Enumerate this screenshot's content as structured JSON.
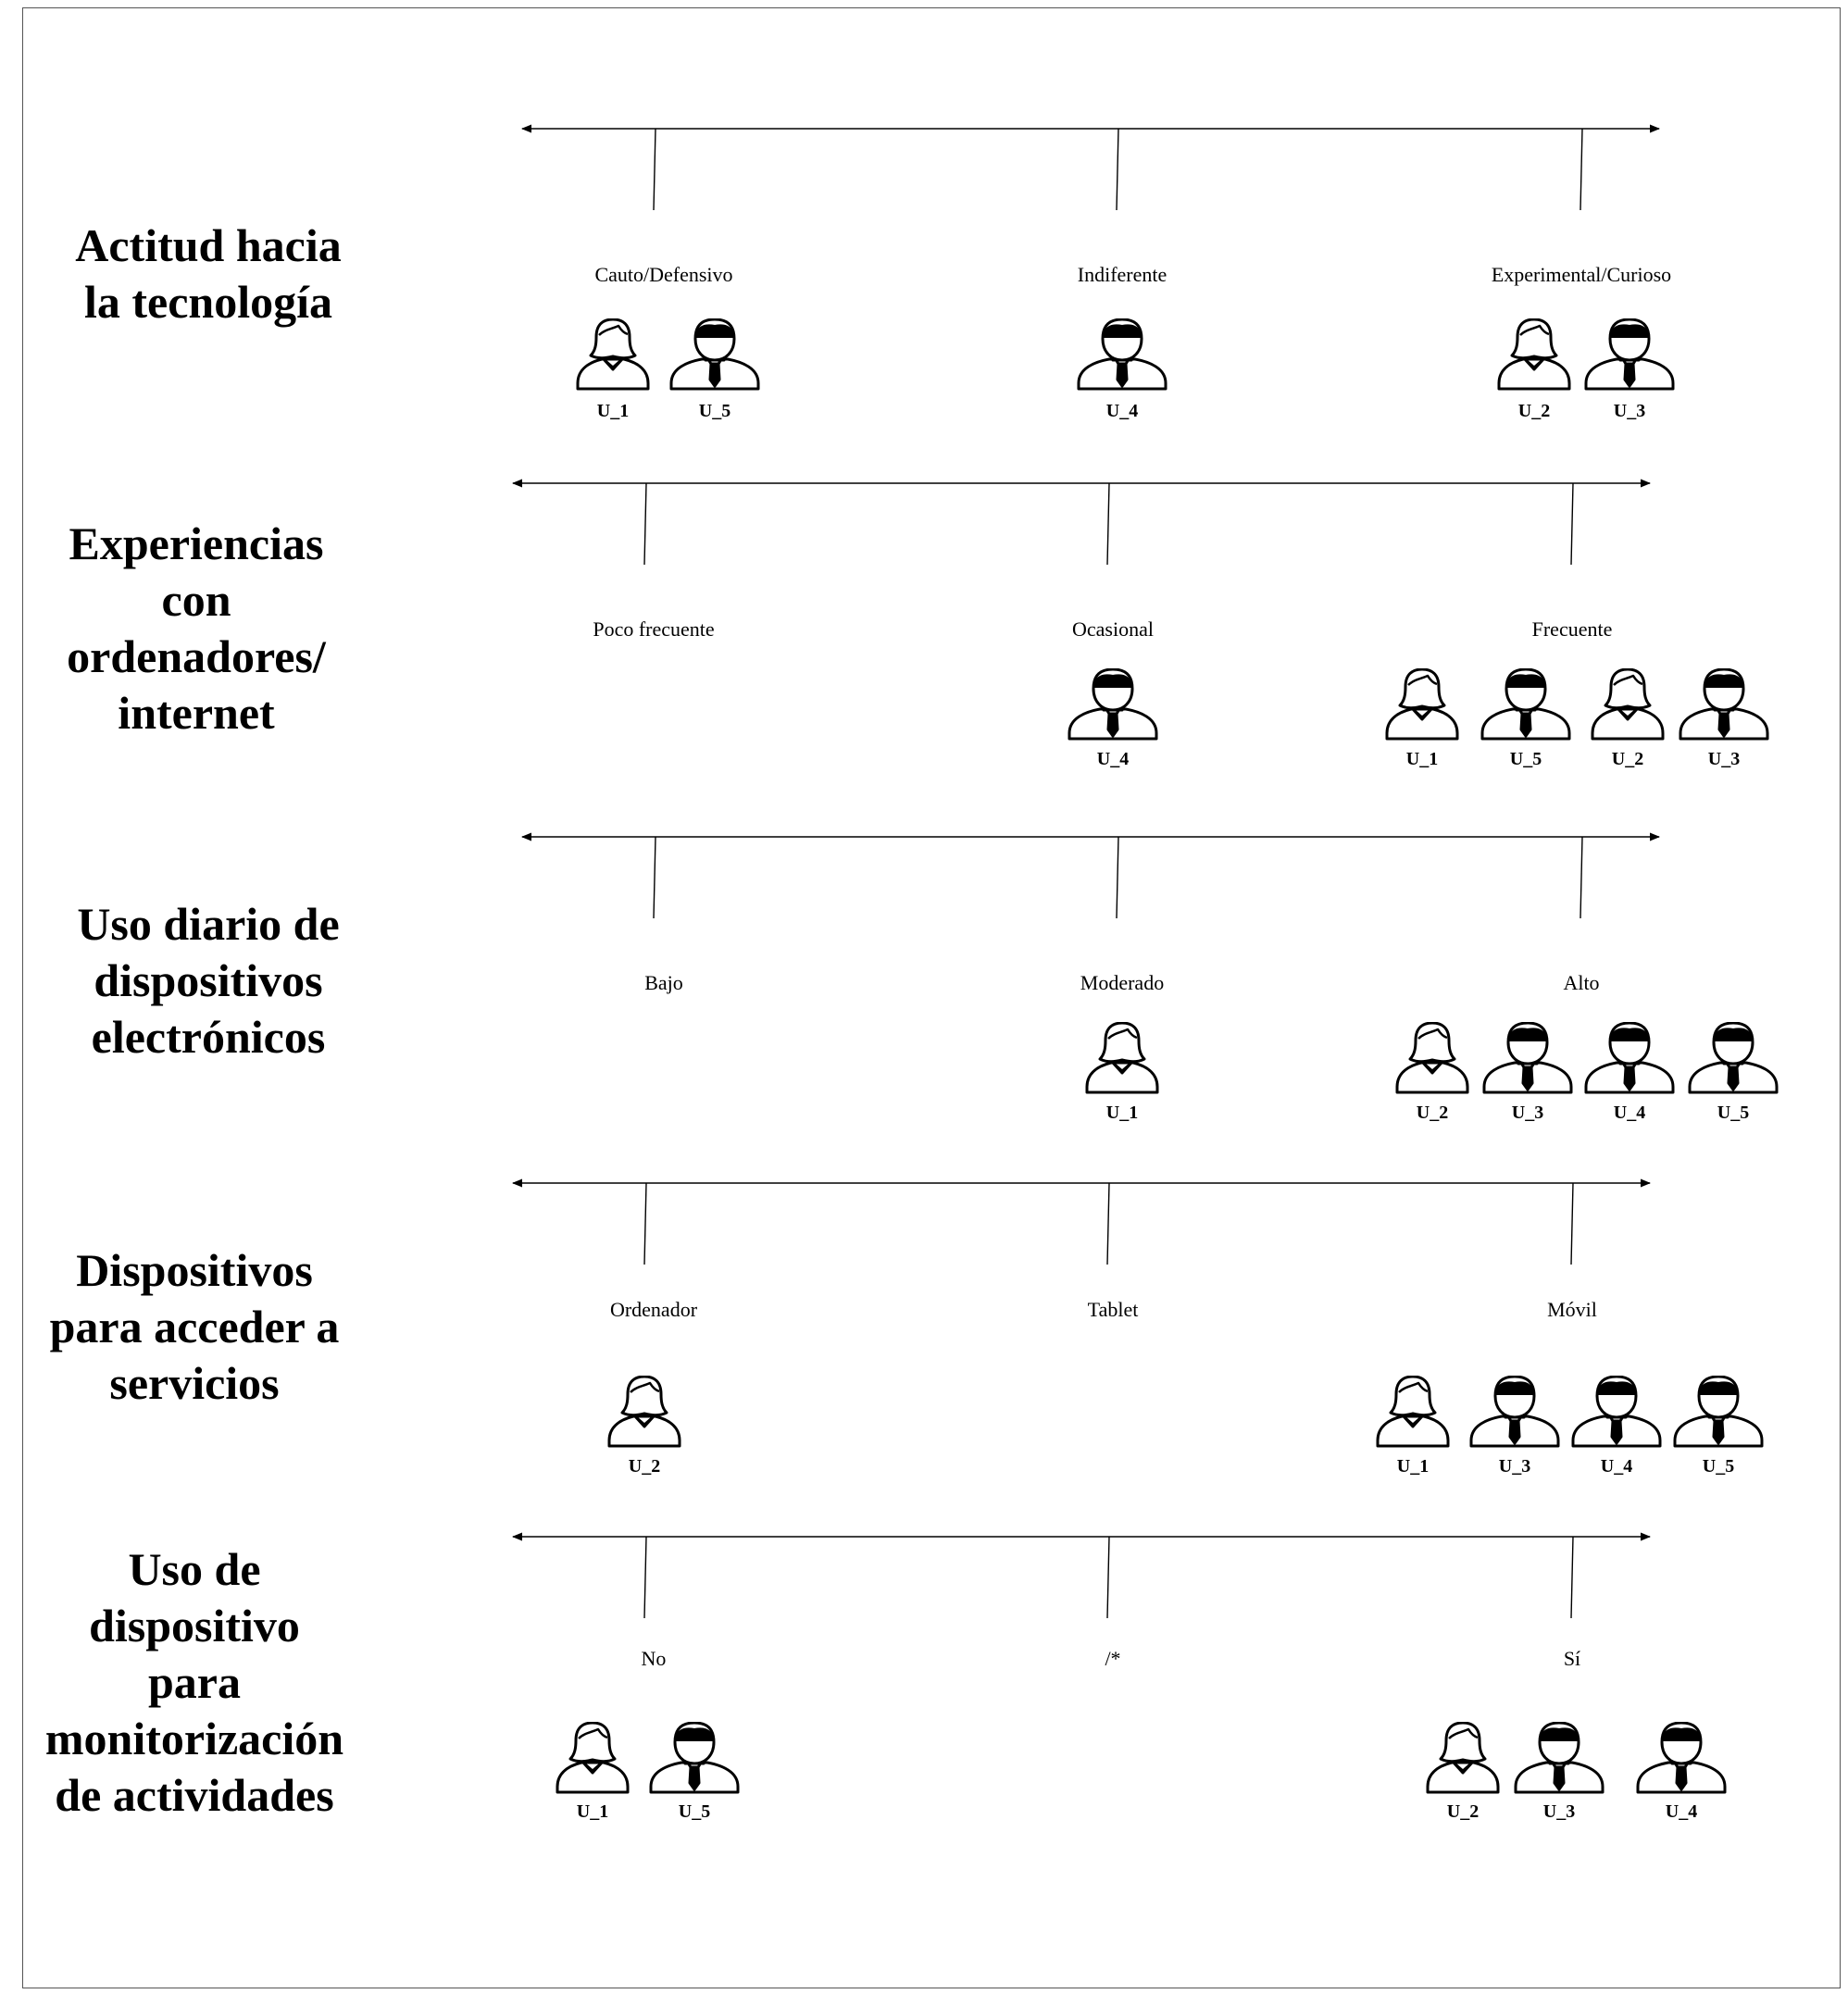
{
  "rows": [
    {
      "title_lines": [
        "Actitud hacia",
        "la tecnología"
      ],
      "categories": [
        {
          "label": "Cauto/Defensivo",
          "users": [
            {
              "id": "U_1",
              "gender": "female"
            },
            {
              "id": "U_5",
              "gender": "male"
            }
          ]
        },
        {
          "label": "Indiferente",
          "users": [
            {
              "id": "U_4",
              "gender": "male"
            }
          ]
        },
        {
          "label": "Experimental/Curioso",
          "users": [
            {
              "id": "U_2",
              "gender": "female"
            },
            {
              "id": "U_3",
              "gender": "male"
            }
          ]
        }
      ]
    },
    {
      "title_lines": [
        "Experiencias",
        "con",
        "ordenadores/",
        "internet"
      ],
      "categories": [
        {
          "label": "Poco frecuente",
          "users": []
        },
        {
          "label": "Ocasional",
          "users": [
            {
              "id": "U_4",
              "gender": "male"
            }
          ]
        },
        {
          "label": "Frecuente",
          "users": [
            {
              "id": "U_1",
              "gender": "female"
            },
            {
              "id": "U_5",
              "gender": "male"
            },
            {
              "id": "U_2",
              "gender": "female"
            },
            {
              "id": "U_3",
              "gender": "male"
            }
          ]
        }
      ]
    },
    {
      "title_lines": [
        "Uso diario de",
        "dispositivos",
        "electrónicos"
      ],
      "categories": [
        {
          "label": "Bajo",
          "users": []
        },
        {
          "label": "Moderado",
          "users": [
            {
              "id": "U_1",
              "gender": "female"
            }
          ]
        },
        {
          "label": "Alto",
          "users": [
            {
              "id": "U_2",
              "gender": "female"
            },
            {
              "id": "U_3",
              "gender": "male"
            },
            {
              "id": "U_4",
              "gender": "male"
            },
            {
              "id": "U_5",
              "gender": "male"
            }
          ]
        }
      ]
    },
    {
      "title_lines": [
        "Dispositivos",
        "para acceder a",
        "servicios"
      ],
      "categories": [
        {
          "label": "Ordenador",
          "users": [
            {
              "id": "U_2",
              "gender": "female"
            }
          ]
        },
        {
          "label": "Tablet",
          "users": []
        },
        {
          "label": "Móvil",
          "users": [
            {
              "id": "U_1",
              "gender": "female"
            },
            {
              "id": "U_3",
              "gender": "male"
            },
            {
              "id": "U_4",
              "gender": "male"
            },
            {
              "id": "U_5",
              "gender": "male"
            }
          ]
        }
      ]
    },
    {
      "title_lines": [
        "Uso de",
        "dispositivo",
        "para",
        "monitorización",
        "de actividades"
      ],
      "categories": [
        {
          "label": "No",
          "users": [
            {
              "id": "U_1",
              "gender": "female"
            },
            {
              "id": "U_5",
              "gender": "male"
            }
          ]
        },
        {
          "label": "/*",
          "users": []
        },
        {
          "label": "Sí",
          "users": [
            {
              "id": "U_2",
              "gender": "female"
            },
            {
              "id": "U_3",
              "gender": "male"
            },
            {
              "id": "U_4",
              "gender": "male"
            }
          ]
        }
      ]
    }
  ]
}
